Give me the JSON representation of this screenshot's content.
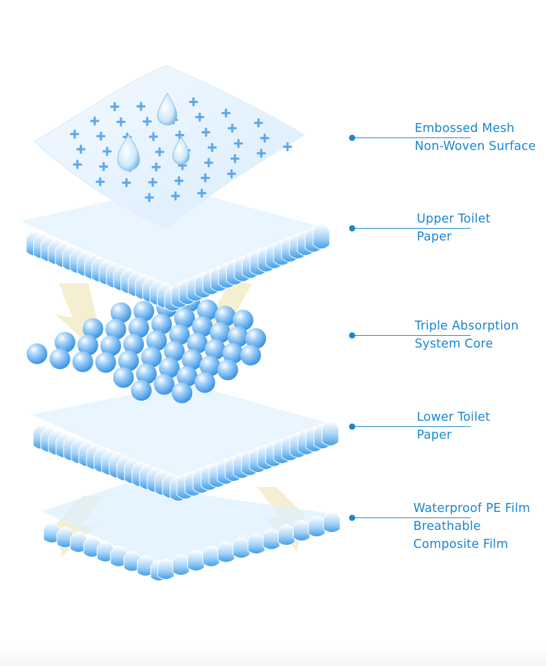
{
  "figure": {
    "accent_color": "#1a86d0",
    "layer_colors": {
      "light": "#eaf5ff",
      "mid": "#93c9f7",
      "deep": "#3f9ee8",
      "arrow": "#f2ecc8"
    },
    "icons": [
      "water-drop-icon",
      "cross-perforation-icon",
      "airflow-arrow-icon"
    ]
  },
  "labels": [
    {
      "lines": [
        "Embossed Mesh",
        "Non-Woven Surface"
      ]
    },
    {
      "lines": [
        "Upper Toilet",
        "Paper"
      ]
    },
    {
      "lines": [
        "Triple Absorption",
        "System Core"
      ]
    },
    {
      "lines": [
        "Lower Toilet",
        "Paper"
      ]
    },
    {
      "lines": [
        "Waterproof PE Film",
        "Breathable",
        "Composite Film"
      ]
    }
  ]
}
